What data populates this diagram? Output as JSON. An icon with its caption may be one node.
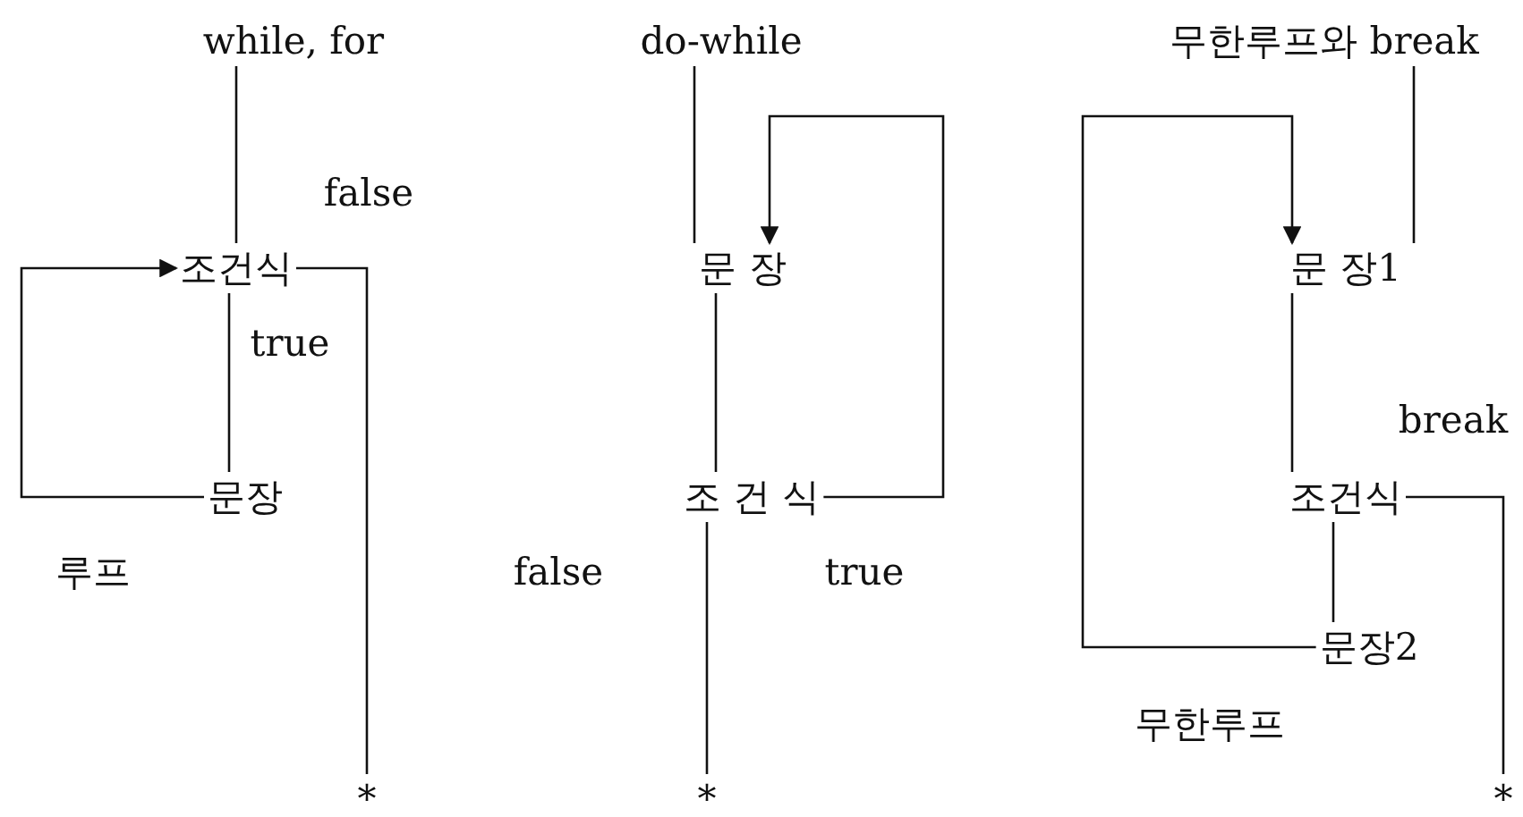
{
  "diagram": {
    "nodes": [
      {
        "text": [
          "while, for"
        ]
      },
      {
        "text": [
          "조건식"
        ]
      },
      {
        "text": [
          "문장"
        ]
      },
      {
        "text": [
          "*"
        ]
      },
      {
        "text": [
          "do-while"
        ]
      },
      {
        "text": [
          "문 장"
        ]
      },
      {
        "text": [
          "조 건 식"
        ]
      },
      {
        "text": [
          "*"
        ]
      },
      {
        "text": [
          "무한루프와 break"
        ]
      },
      {
        "text": [
          "문 장1"
        ]
      },
      {
        "text": [
          "조건식"
        ]
      },
      {
        "text": [
          "문장2"
        ]
      },
      {
        "text": [
          "*"
        ]
      }
    ],
    "edges": [
      {
        "from": 0,
        "to": 1,
        "arrow": "none"
      },
      {
        "from": 2,
        "to": 1,
        "arrow": "to",
        "label": "루프"
      },
      {
        "from": 1,
        "to": 2,
        "arrow": "none",
        "label": "true"
      },
      {
        "from": 1,
        "to": 3,
        "arrow": "none",
        "label": "false"
      },
      {
        "from": 4,
        "to": 5,
        "arrow": "none"
      },
      {
        "from": 5,
        "to": 6,
        "arrow": "none"
      },
      {
        "from": 6,
        "to": 5,
        "arrow": "to",
        "label": "true"
      },
      {
        "from": 6,
        "to": 7,
        "arrow": "none",
        "label": "false"
      },
      {
        "from": 8,
        "to": 9,
        "arrow": "none"
      },
      {
        "from": 11,
        "to": 9,
        "arrow": "to",
        "label": "무한루프"
      },
      {
        "from": 9,
        "to": 10,
        "arrow": "none"
      },
      {
        "from": 10,
        "to": 11,
        "arrow": "none"
      },
      {
        "from": 10,
        "to": 12,
        "arrow": "none",
        "label": "break"
      }
    ]
  }
}
